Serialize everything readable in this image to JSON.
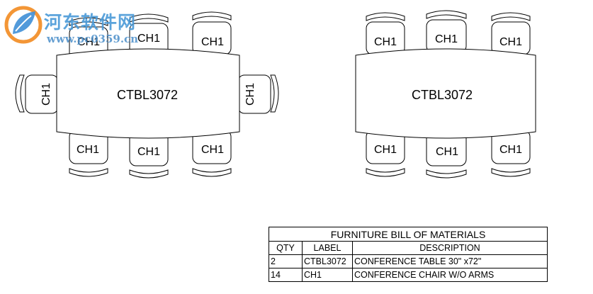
{
  "watermark": {
    "title": "河东软件网",
    "url": "www.pc0359.cn",
    "logo": "leaf-logo"
  },
  "tables": [
    {
      "label": "CTBL3072",
      "chair_label": "CH1"
    },
    {
      "label": "CTBL3072",
      "chair_label": "CH1"
    }
  ],
  "bom": {
    "title": "FURNITURE BILL OF MATERIALS",
    "headers": [
      "QTY",
      "LABEL",
      "DESCRIPTION"
    ],
    "rows": [
      [
        "2",
        "CTBL3072",
        "CONFERENCE TABLE 30\" x72\""
      ],
      [
        "14",
        "CH1",
        "CONFERENCE CHAIR W/O ARMS"
      ]
    ]
  }
}
